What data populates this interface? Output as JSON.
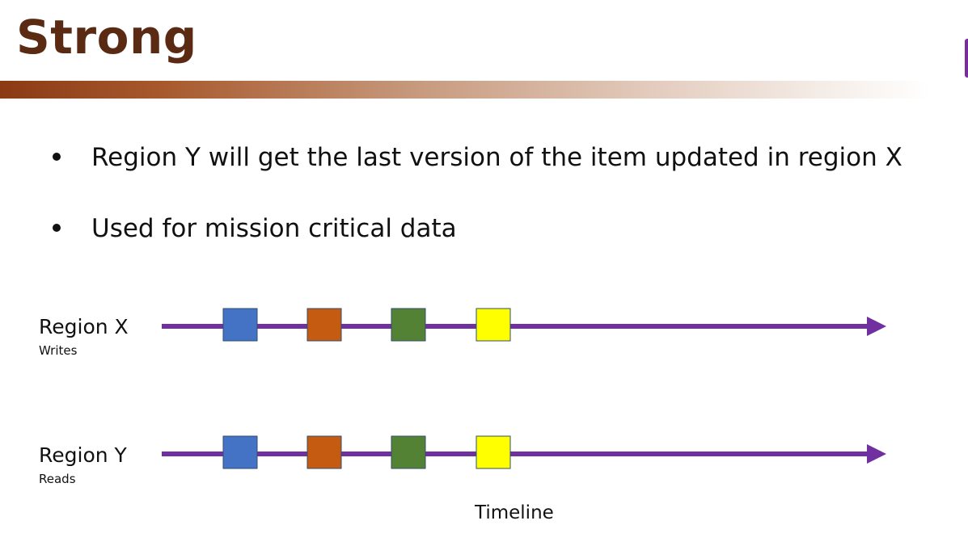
{
  "slide": {
    "title": "Strong",
    "bullets": [
      "Region Y will get the last version of the item updated in region X",
      "Used for mission critical data"
    ]
  },
  "diagram": {
    "rows": [
      {
        "label": "Region X",
        "sublabel": "Writes"
      },
      {
        "label": "Region Y",
        "sublabel": "Reads"
      }
    ],
    "caption": "Timeline",
    "line_color": "#7030a0",
    "blocks": [
      {
        "color": "#4472c4"
      },
      {
        "color": "#c55a11"
      },
      {
        "color": "#548235"
      },
      {
        "color": "#ffff00"
      }
    ]
  }
}
